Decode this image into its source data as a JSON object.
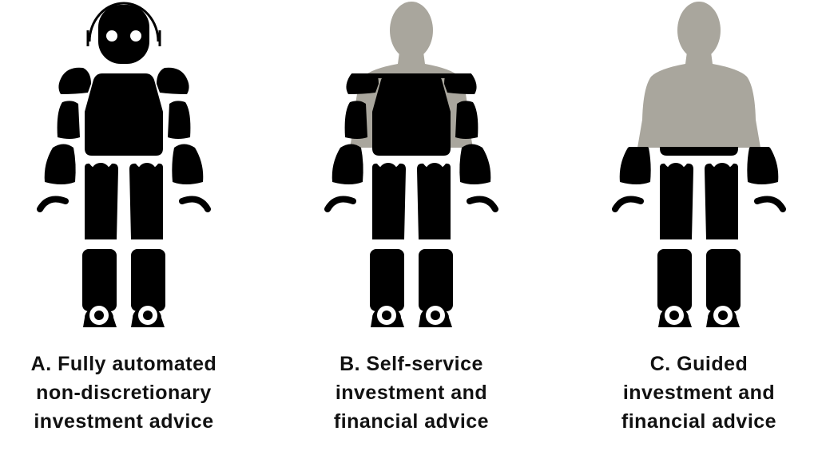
{
  "colors": {
    "robot": "#000000",
    "human": "#a9a69d",
    "background": "#ffffff"
  },
  "panels": [
    {
      "icon": "robot-icon",
      "lines": [
        "A. Fully automated",
        "non-discretionary",
        "investment advice"
      ]
    },
    {
      "icon": "half-robot-half-human-icon",
      "lines": [
        "B. Self-service",
        "investment and",
        "financial advice"
      ]
    },
    {
      "icon": "mostly-human-robot-icon",
      "lines": [
        "C. Guided",
        "investment and",
        "financial advice"
      ]
    }
  ]
}
